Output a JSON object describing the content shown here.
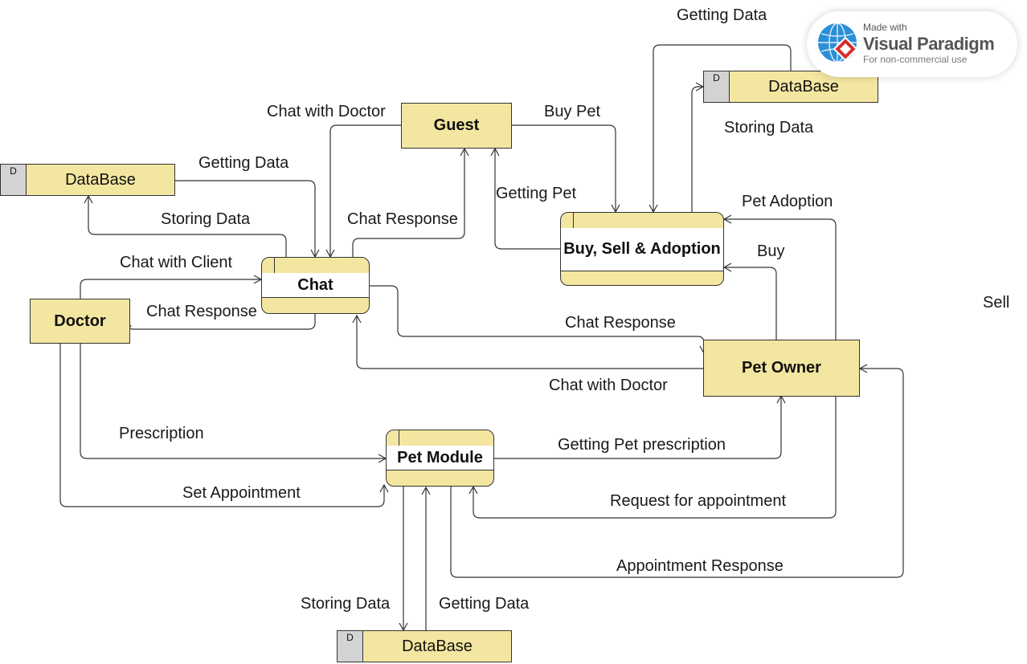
{
  "entities": {
    "guest": "Guest",
    "doctor": "Doctor",
    "pet_owner": "Pet Owner"
  },
  "processes": {
    "chat": "Chat",
    "buy_sell": "Buy, Sell & Adoption",
    "pet_module": "Pet Module"
  },
  "stores": {
    "left": {
      "id": "D",
      "name": "DataBase"
    },
    "top": {
      "id": "D",
      "name": "DataBase"
    },
    "bottom": {
      "id": "D",
      "name": "DataBase"
    }
  },
  "flows": {
    "getting_data_top": "Getting Data",
    "chat_with_doctor_guest": "Chat with Doctor",
    "buy_pet": "Buy Pet",
    "storing_data_top": "Storing Data",
    "getting_data_left": "Getting Data",
    "getting_pet": "Getting Pet",
    "pet_adoption": "Pet Adoption",
    "storing_data_left": "Storing Data",
    "chat_response_guest": "Chat Response",
    "chat_with_client": "Chat with Client",
    "buy": "Buy",
    "sell": "Sell",
    "chat_response_doctor": "Chat Response",
    "chat_response_owner": "Chat Response",
    "chat_with_doctor_owner": "Chat with Doctor",
    "prescription": "Prescription",
    "getting_pet_prescription": "Getting Pet prescription",
    "set_appointment": "Set Appointment",
    "request_for_appointment": "Request for appointment",
    "appointment_response": "Appointment Response",
    "storing_data_bottom": "Storing Data",
    "getting_data_bottom": "Getting Data"
  },
  "watermark": {
    "made_with": "Made with",
    "brand": "Visual Paradigm",
    "note": "For non-commercial use"
  },
  "colors": {
    "fill": "#f3e6a0",
    "store_id": "#d3d3d3",
    "line": "#333333",
    "globe": "#2a8fd6",
    "logo_red": "#d42d2d"
  }
}
